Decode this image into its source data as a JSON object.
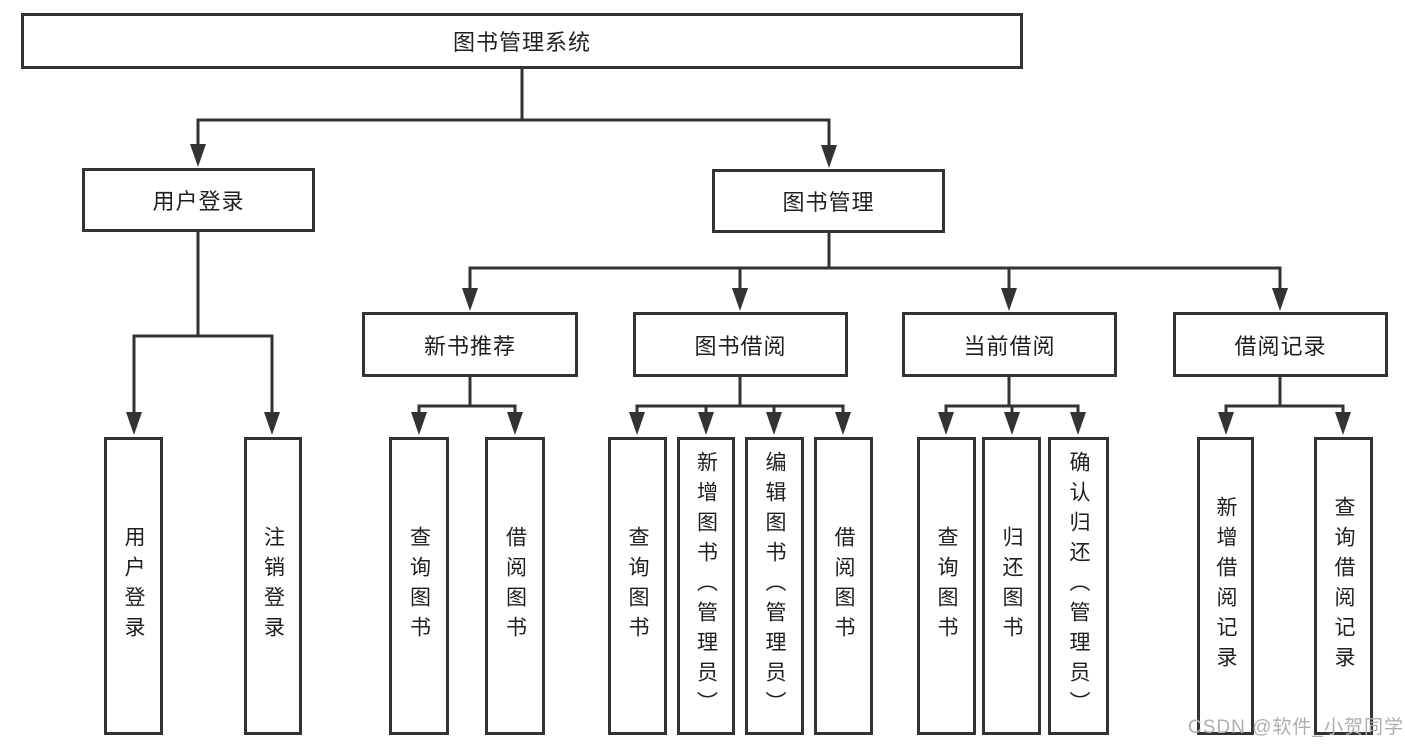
{
  "diagram": {
    "root": {
      "label": "图书管理系统"
    },
    "branches": [
      {
        "label": "用户登录",
        "children": [
          {
            "label": "用户登录"
          },
          {
            "label": "注销登录"
          }
        ]
      },
      {
        "label": "图书管理",
        "children": [
          {
            "label": "新书推荐",
            "children": [
              {
                "label": "查询图书"
              },
              {
                "label": "借阅图书"
              }
            ]
          },
          {
            "label": "图书借阅",
            "children": [
              {
                "label": "查询图书"
              },
              {
                "label": "新增图书（管理员）"
              },
              {
                "label": "编辑图书（管理员）"
              },
              {
                "label": "借阅图书"
              }
            ]
          },
          {
            "label": "当前借阅",
            "children": [
              {
                "label": "查询图书"
              },
              {
                "label": "归还图书"
              },
              {
                "label": "确认归还（管理员）"
              }
            ]
          },
          {
            "label": "借阅记录",
            "children": [
              {
                "label": "新增借阅记录"
              },
              {
                "label": "查询借阅记录"
              }
            ]
          }
        ]
      }
    ]
  },
  "watermark": {
    "text": "CSDN @软件_小贺同学"
  },
  "colors": {
    "line": "#333333",
    "box_border": "#333333",
    "text": "#1f1f1f",
    "watermark": "#aeaeae",
    "background": "#ffffff"
  }
}
